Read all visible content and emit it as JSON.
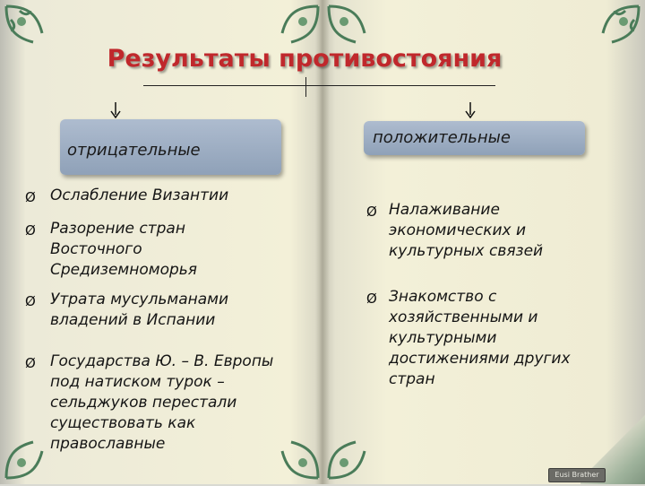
{
  "title": "Результаты противостояния",
  "negative": {
    "label": "отрицательные",
    "items": [
      "Ослабление Византии",
      "Разорение стран",
      "Восточного",
      "Средиземноморья",
      "Утрата мусульманами",
      "владений в Испании",
      "Государства Ю. – В. Европы",
      "под натиском турок –",
      "сельджуков перестали",
      "существовать как",
      "православные"
    ]
  },
  "positive": {
    "label": "положительные",
    "items": [
      "Налаживание",
      "экономических и",
      "культурных связей",
      "Знакомство с",
      "хозяйственными и",
      "культурными",
      "достижениями других",
      "стран"
    ]
  },
  "bullet_glyph": "Ø",
  "footer_badge": "Eusi Brather",
  "colors": {
    "title": "#c0282c",
    "box": "#9aabc2",
    "text": "#151515"
  }
}
